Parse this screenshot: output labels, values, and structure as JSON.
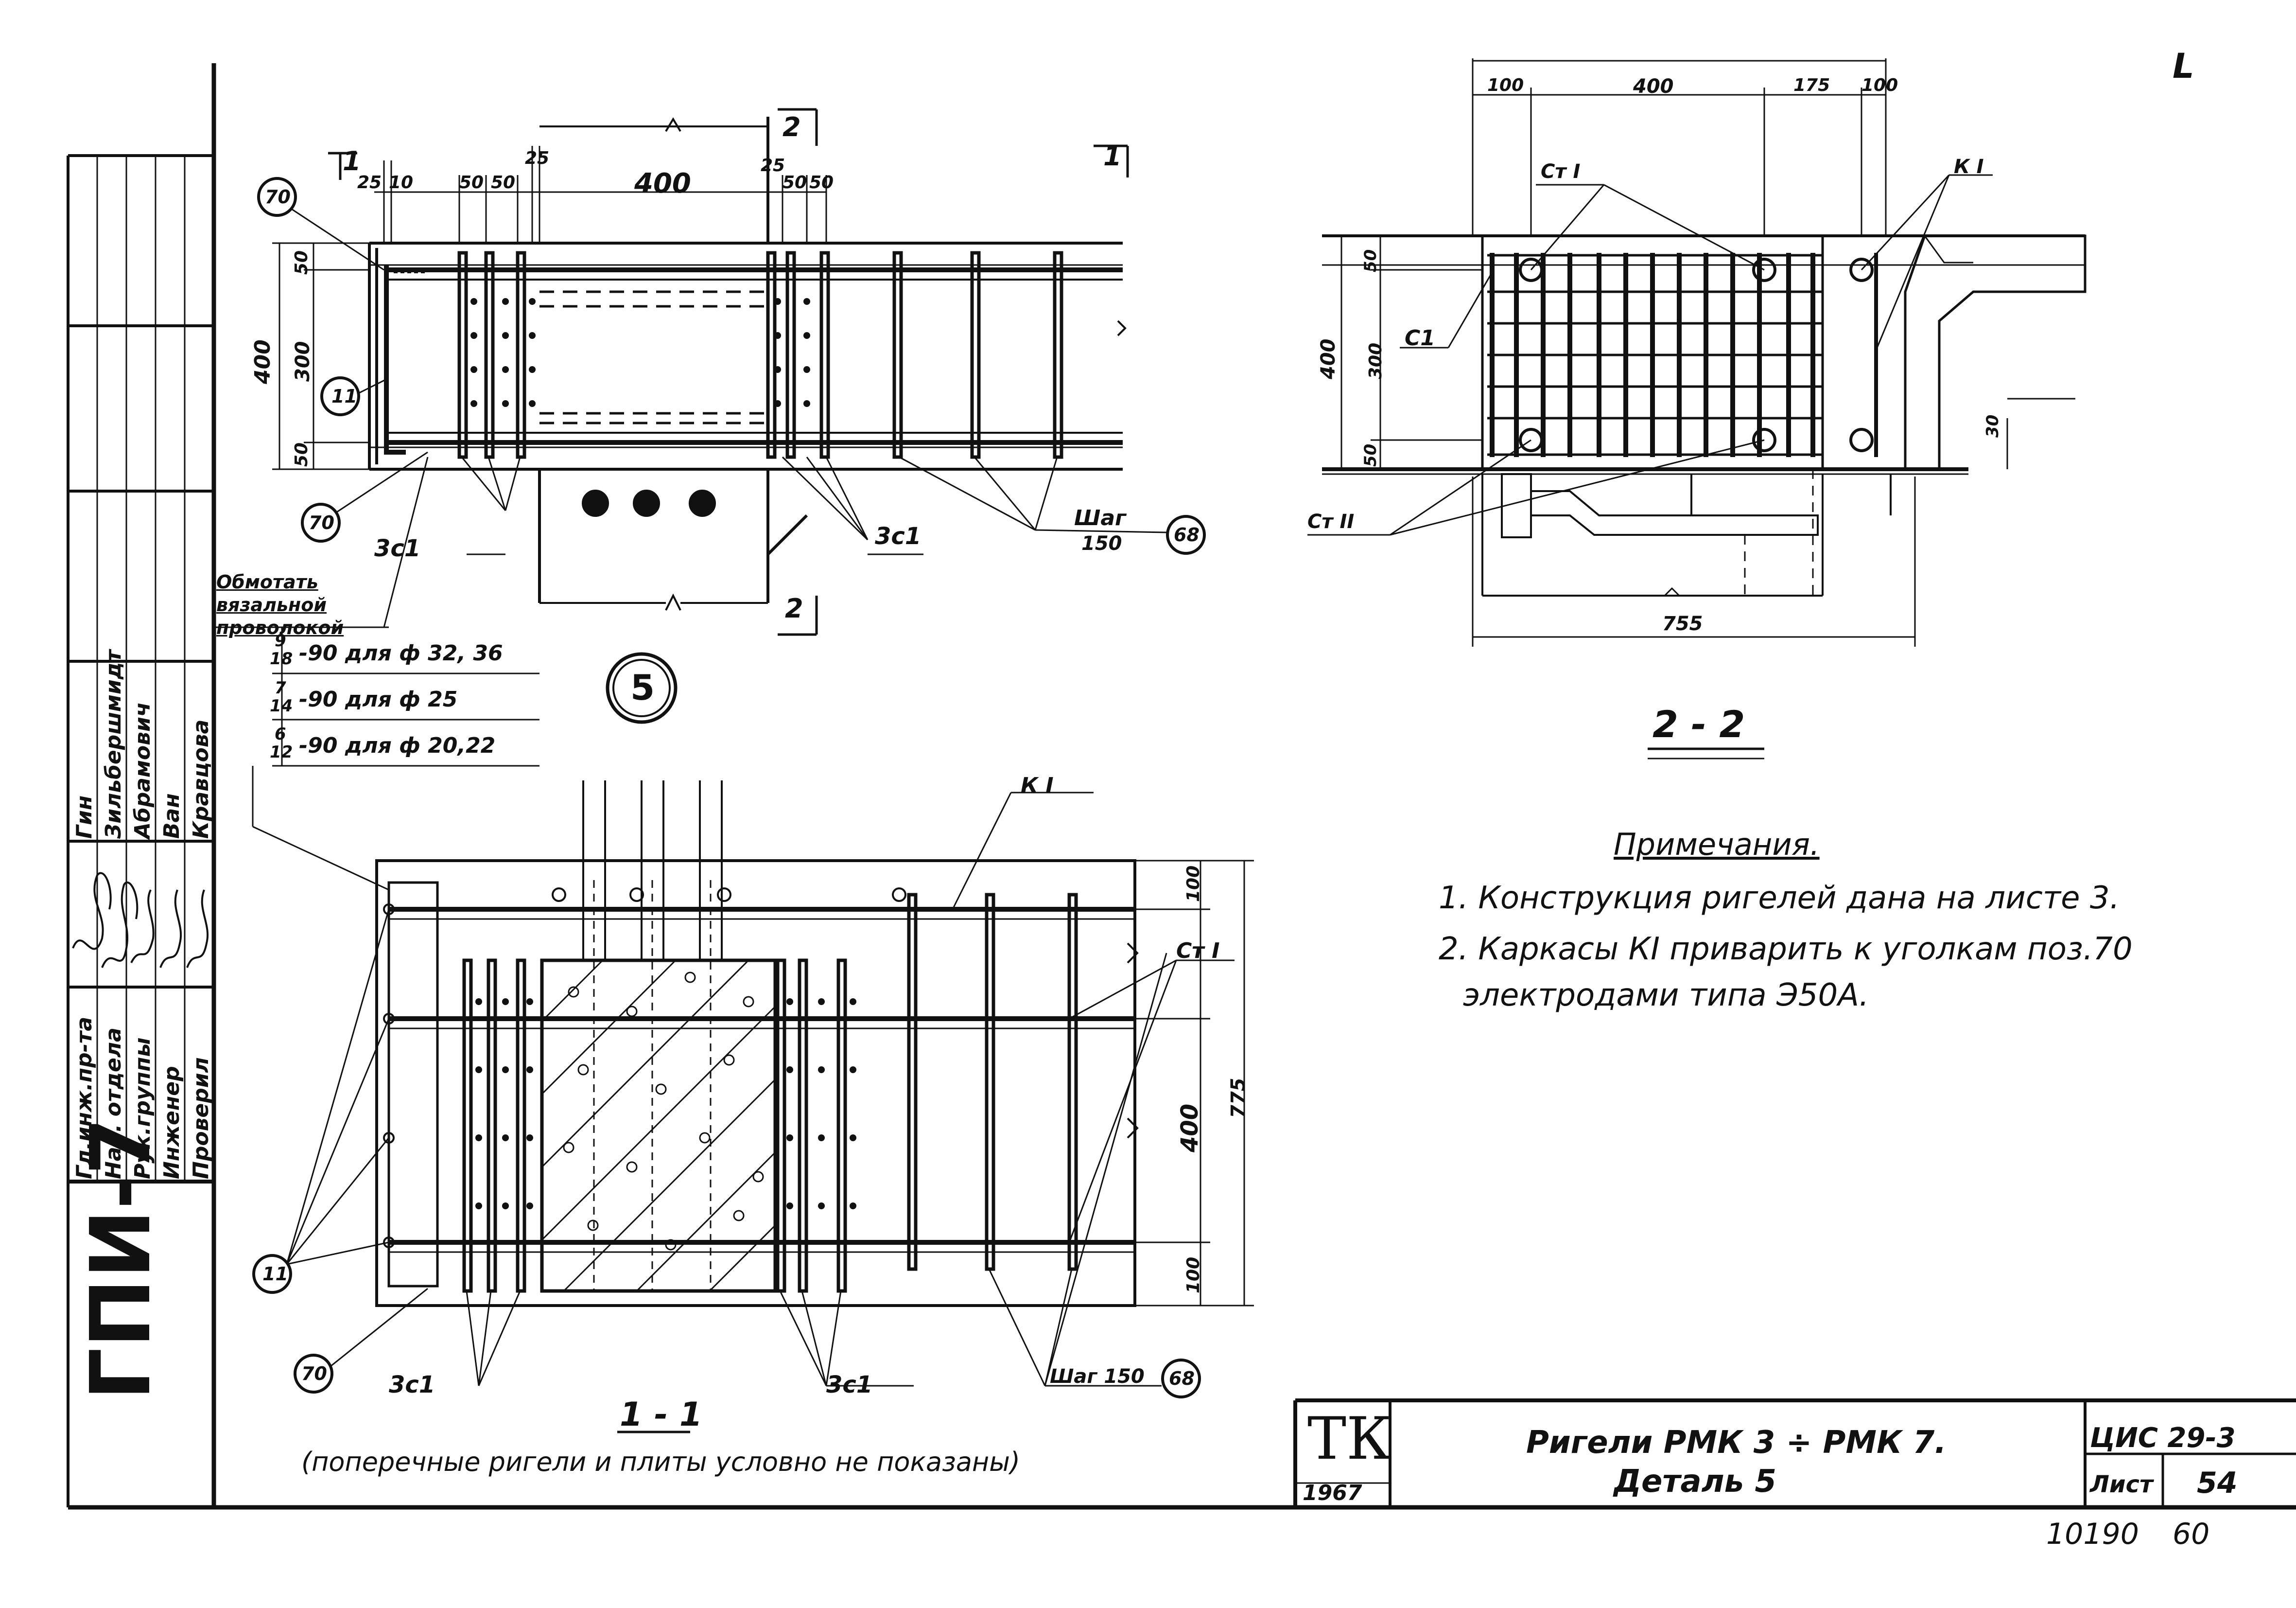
{
  "corner_mark": "L",
  "sidebar": {
    "code": "ГПИ-7",
    "roles": [
      "Гл.инж.пр-та",
      "Нач. отдела",
      "Рук.группы",
      "Инженер",
      "Проверил"
    ],
    "names": [
      "Гин",
      "Зильбершмидт",
      "Абрамович",
      "Ван",
      "Кравцова"
    ]
  },
  "section_top_left": {
    "cut_marks": [
      "1",
      "1",
      "2",
      "2"
    ],
    "dims_top": [
      "25",
      "10",
      "50",
      "50",
      "25",
      "400",
      "25",
      "50",
      "50"
    ],
    "dims_left": [
      "400",
      "50",
      "300",
      "50"
    ],
    "callouts": [
      "70",
      "11",
      "70",
      "68"
    ],
    "labels": [
      "3с1",
      "3с1",
      "Шаг",
      "150"
    ],
    "wire_note_lines": [
      "Обмотать",
      "вязальной",
      "проволокой"
    ],
    "wire_table": [
      {
        "frac_top": "9",
        "frac_bottom": "18",
        "text": "-90 для ф 32, 36"
      },
      {
        "frac_top": "7",
        "frac_bottom": "14",
        "text": "-90 для ф 25"
      },
      {
        "frac_top": "6",
        "frac_bottom": "12",
        "text": "-90 для ф 20,22"
      }
    ],
    "detail_number": "5"
  },
  "section_2_2": {
    "dims_top": [
      "100",
      "400",
      "175",
      "100"
    ],
    "dims_left": [
      "400",
      "50",
      "300",
      "50"
    ],
    "dims_right": [
      "30"
    ],
    "dims_bottom": [
      "755"
    ],
    "labels": [
      "Ст I",
      "К I",
      "С1",
      "Ст II"
    ],
    "title": "2 - 2"
  },
  "section_1_1": {
    "labels": [
      "К I",
      "Ст I",
      "3с1",
      "3с1",
      "Шаг 150"
    ],
    "dims_right": [
      "100",
      "400",
      "775",
      "100"
    ],
    "callouts": [
      "11",
      "70",
      "68"
    ],
    "title": "1 - 1",
    "subtitle": "(поперечные ригели и плиты условно не показаны)"
  },
  "notes": {
    "heading": "Примечания.",
    "items": [
      "1. Конструкция ригелей дана на листе 3.",
      "2. Каркасы КI приварить к уголкам поз.70",
      "электродами типа Э50А."
    ]
  },
  "title_block": {
    "logo": "ТК",
    "year": "1967",
    "title_line1": "Ригели РМК 3 ÷ РМК 7.",
    "title_line2": "Деталь 5",
    "series": "ЦИС 29-3",
    "sheet_label": "Лист",
    "sheet_number": "54",
    "bottom_code": "10190",
    "bottom_num": "60"
  }
}
